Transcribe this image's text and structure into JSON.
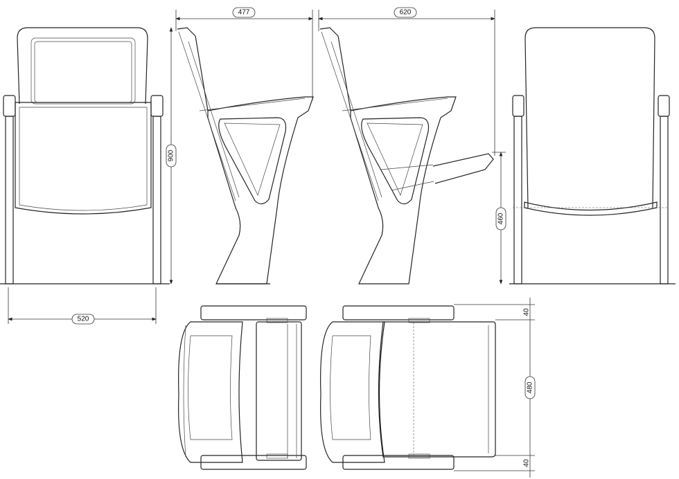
{
  "drawing": {
    "title": "Auditorium chair technical drawing",
    "views": [
      "front",
      "side-folded",
      "side-open",
      "back",
      "top-folded",
      "top-open"
    ]
  },
  "dimensions": {
    "depth_folded": "477",
    "depth_open": "620",
    "height": "900",
    "seat_height": "460",
    "width": "520",
    "top_armrest_front": "40",
    "seat_depth": "480",
    "top_armrest_back": "40"
  }
}
